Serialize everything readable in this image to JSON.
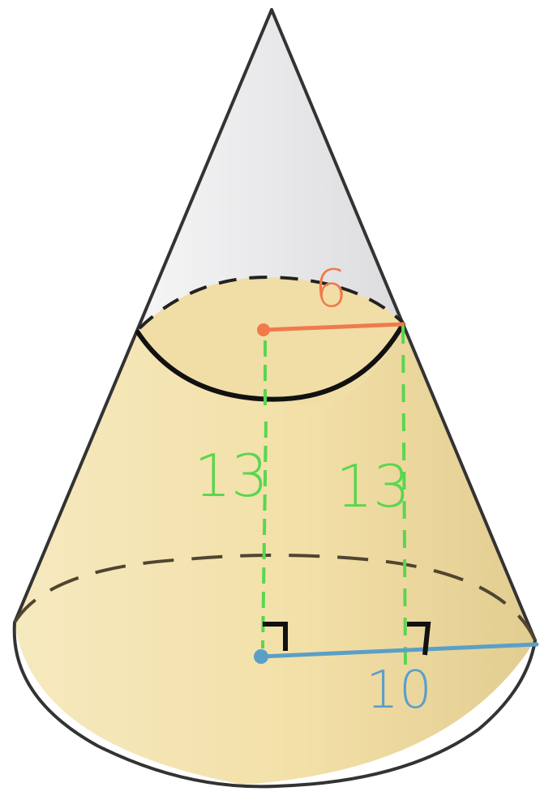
{
  "diagram": {
    "labels": {
      "top_radius": "6",
      "height_center": "13",
      "height_edge": "13",
      "bottom_radius": "10"
    },
    "colors": {
      "frustum_fill": "#f4e2ab",
      "apex_fill": "#ededef",
      "outline": "#333333",
      "dashed_base": "#4f4530",
      "top_radius_line": "#f07a4b",
      "height_lines": "#59d64f",
      "bottom_radius_line": "#5b9fc7",
      "right_angle_marks": "#111111"
    }
  }
}
